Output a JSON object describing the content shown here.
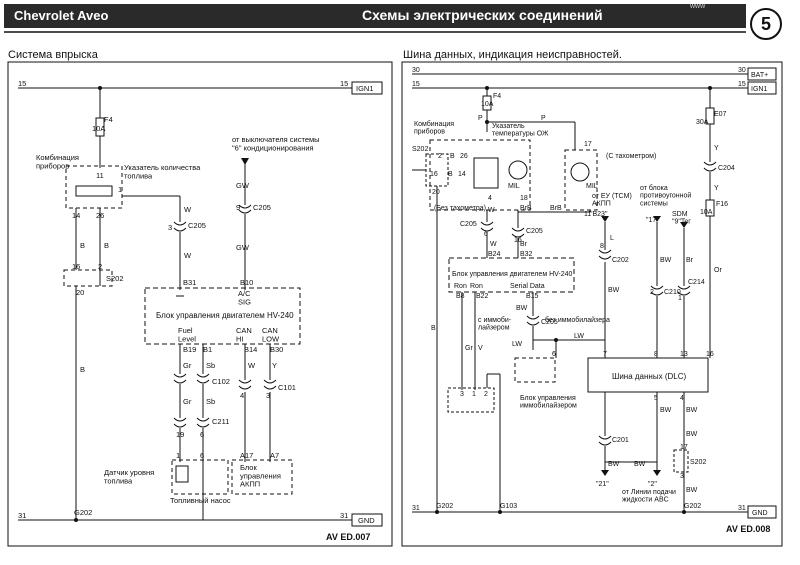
{
  "header": {
    "brand": "Chevrolet Aveo",
    "title": "Схемы электрических соединений",
    "page_number": "5",
    "tag": "www"
  },
  "left": {
    "title": "Система впрыска",
    "ref": "AV ED.007",
    "labels": {
      "w15a": "15",
      "w15b": "15",
      "ign1": "IGN1",
      "f4": "F4",
      "f4a": "10A",
      "cluster": "Комбинация\nприборов",
      "fuel_gauge": "Указатель количества\nтоплива",
      "p11": "11",
      "p1": "1",
      "p14": "14",
      "p26": "26",
      "w_a": "W",
      "w_b": "W",
      "c205a": "C205",
      "p3": "3",
      "ac_from": "от выключателя системы\n\"6\" кондиционирования",
      "gw1": "GW",
      "p9": "9",
      "c205b": "C205",
      "gw2": "GW",
      "b1": "B",
      "b2": "B",
      "p16": "16",
      "p2": "2",
      "p20": "20",
      "s202": "S202",
      "b31": "B31",
      "b10": "B10",
      "acsig": "A/C\nSIG",
      "ecm": "Блок управления двигателем HV-240",
      "fuel_level": "Fuel\nLevel",
      "canhi": "CAN\nHI",
      "canlow": "CAN\nLOW",
      "b19": "B19",
      "b1p": "B1",
      "b14": "B14",
      "b30": "B30",
      "gr1": "Gr",
      "sb1": "Sb",
      "lw1": "W",
      "y1": "Y",
      "c102": "C102",
      "c101": "C101",
      "p4": "4",
      "p3b": "3",
      "gr2": "Gr",
      "sb2": "Sb",
      "c211": "C211",
      "p19": "19",
      "p6": "6",
      "p1b": "1",
      "p6b": "6",
      "a17": "A17",
      "a7": "A7",
      "tcm": "Блок\nуправления\nАКПП",
      "sender": "Датчик уровня\nтоплива",
      "pump": "Топливный насос",
      "b3": "B",
      "g202": "G202",
      "w31a": "31",
      "w31b": "31",
      "gnd": "GND"
    }
  },
  "right": {
    "title": "Шина данных, индикация неисправностей.",
    "ref": "AV ED.008",
    "labels": {
      "w30a": "30",
      "w30b": "30",
      "bat": "BAT+",
      "w15a": "15",
      "w15b": "15",
      "ign1": "IGN1",
      "f4": "F4",
      "f4a": "10A",
      "p": "P",
      "p2": "P",
      "e07": "E07",
      "e07a": "30A",
      "cluster": "Комбинация\nприборов",
      "temp": "Указатель\nтемпературы ОЖ",
      "s202": "S202",
      "p2p": "2",
      "b": "B",
      "p26": "26",
      "p16": "16",
      "b2": "B",
      "p14": "14",
      "p20": "20",
      "tach": "(С тахометром)",
      "p17": "17",
      "mil1": "MIL",
      "p11": "11",
      "notach": "(Без тахометра)",
      "p4": "4",
      "mil2": "MIL",
      "p18": "18",
      "w1": "W",
      "brb1": "BrB",
      "brb2": "BrB",
      "from_tcm": "от ЕУ (TCM)\nАКПП",
      "b23": "\"B23\"",
      "c205a": "C205",
      "p6": "6",
      "c205b": "C205",
      "p16b": "16",
      "w2": "W",
      "br1": "Br",
      "b24": "B24",
      "b32": "B32",
      "ecm": "Блок управления двигателем HV-240",
      "ron1": "Ron",
      "ron2": "Ron",
      "serial": "Serial Data",
      "b8": "B8",
      "b22": "B22",
      "b15": "B15",
      "l1": "L",
      "p8": "8",
      "c202": "C202",
      "bw1": "BW",
      "immo": "с иммоби-\nлайзером",
      "noimmo": "без иммобилайзера",
      "bw2": "BW",
      "c205c": "C205",
      "lw": "LW",
      "lw2": "LW",
      "p6b": "6",
      "p7": "7",
      "immo_ecu": "Блок управления\nиммобилайзером",
      "gr": "Gr",
      "v": "V",
      "p3": "3",
      "p1": "1",
      "p2b": "2",
      "b3": "B",
      "antitheft": "от блока\nпротивоугонной\nсистемы",
      "q17": "\"17\"",
      "sdm": "SDM\n\"9\"Teг",
      "y1": "Y",
      "c204": "C204",
      "y2": "Y",
      "f16": "F16",
      "f16a": "10A",
      "bw3": "BW",
      "br2": "Br",
      "or": "Or",
      "c210": "C210",
      "c214": "C214",
      "p2c": "2",
      "p1c": "1",
      "p8b": "8",
      "p13": "13",
      "p16c": "16",
      "dlc": "Шина данных (DLC)",
      "p5": "5",
      "p4b": "4",
      "bw4": "BW",
      "bw5": "BW",
      "c201": "C201",
      "bw6": "BW",
      "bw7": "BW",
      "bw8": "BW",
      "bw9": "BW",
      "p17b": "17",
      "p3b": "3",
      "s202b": "S202",
      "q21": "\"21\"",
      "q2": "\"2\"",
      "abs": "от Линии подачи\nжидкости ABC",
      "w31a": "31",
      "w31b": "31",
      "gnd": "GND",
      "g202": "G202",
      "g103": "G103",
      "g202b": "G202"
    }
  }
}
